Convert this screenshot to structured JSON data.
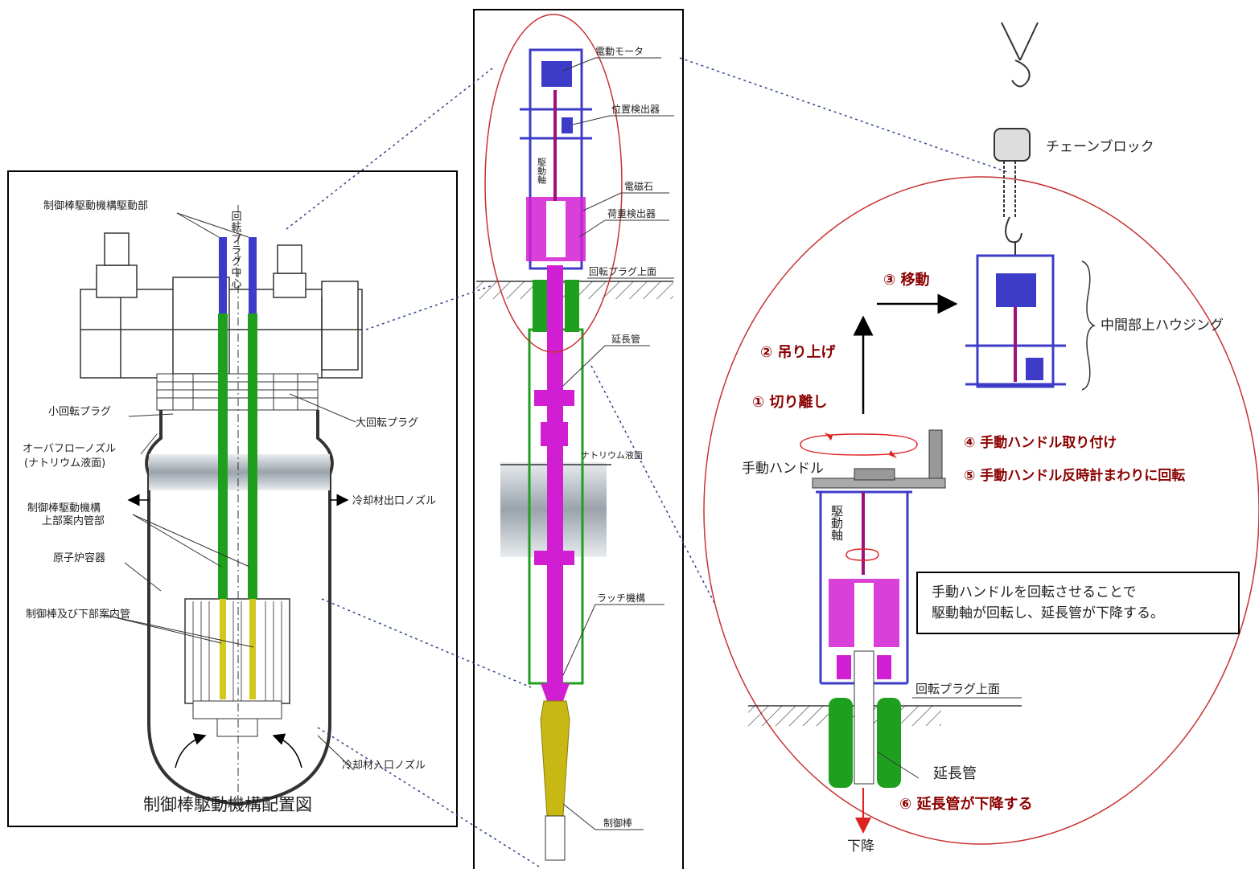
{
  "left_panel": {
    "caption": "制御棒駆動機構配置図",
    "labels": {
      "cr_drive_unit": "制御棒駆動機構駆動部",
      "rotating_plug_center": "回転プラグ中心",
      "small_rotating_plug": "小回転プラグ",
      "overflow_nozzle_1": "オーバフローノズル",
      "overflow_nozzle_2": "(ナトリウム液面)",
      "large_rotating_plug": "大回転プラグ",
      "coolant_outlet": "冷却材出口ノズル",
      "upper_guide_1": "制御棒駆動機構",
      "upper_guide_2": "上部案内管部",
      "reactor_vessel": "原子炉容器",
      "rod_lower_guide": "制御棒及び下部案内管",
      "coolant_inlet": "冷却材入口ノズル"
    }
  },
  "middle_panel": {
    "labels": {
      "motor": "電動モータ",
      "position_detector": "位置検出器",
      "drive_shaft": "駆動軸",
      "electromagnet": "電磁石",
      "load_detector": "荷重検出器",
      "plug_top": "回転プラグ上面",
      "extension_tube": "延長管",
      "sodium_level": "ナトリウム液面",
      "latch": "ラッチ機構",
      "control_rod": "制御棒"
    }
  },
  "right_panel": {
    "labels": {
      "chain_block": "チェーンブロック",
      "housing": "中間部上ハウジング",
      "step3": "③ 移動",
      "step2": "② 吊り上げ",
      "step1": "① 切り離し",
      "step4": "④ 手動ハンドル取り付け",
      "step5": "⑤ 手動ハンドル反時計まわりに回転",
      "manual_handle": "手動ハンドル",
      "drive_shaft": "駆動軸",
      "note_line1": "手動ハンドルを回転させることで",
      "note_line2": "駆動軸が回転し、延長管が下降する。",
      "plug_top": "回転プラグ上面",
      "extension_tube": "延長管",
      "step6": "⑥ 延長管が下降する",
      "descend": "下降"
    }
  },
  "colors": {
    "blue": "#3c3cc8",
    "magenta": "#d21ed2",
    "green": "#1ea01e",
    "yellow": "#d2c81e",
    "red_step": "#8b0000",
    "ellipse": "#c83232"
  }
}
